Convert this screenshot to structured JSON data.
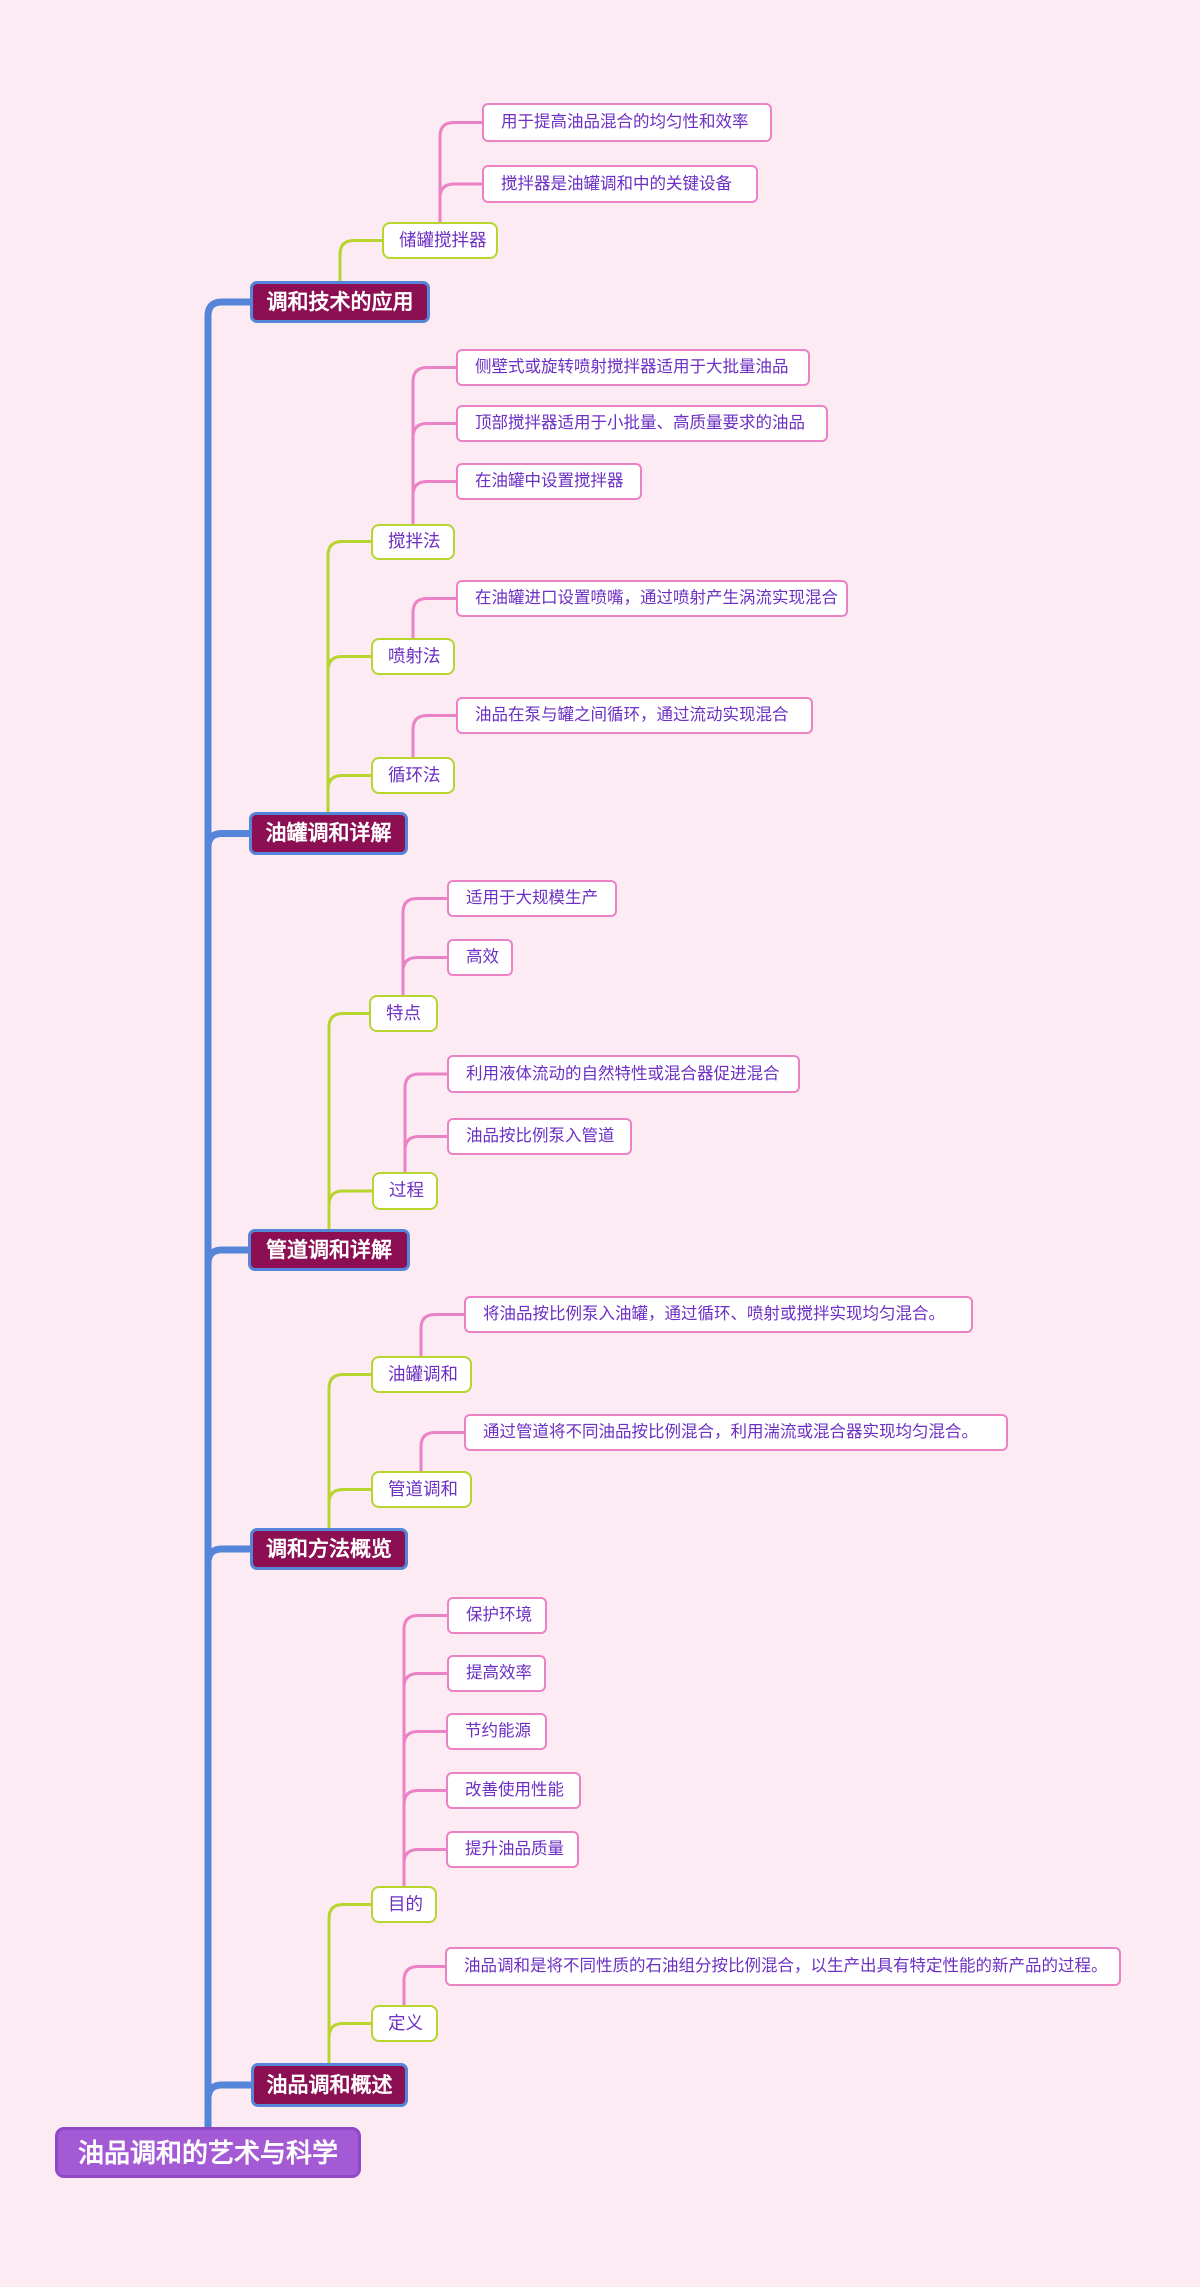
{
  "title": "油品调和的艺术与科学",
  "colors": {
    "background": "#fcebf3",
    "trunk_blue": "#5585d8",
    "branch_green": "#b7d42f",
    "branch_pink": "#ec82c6",
    "main_node_fill": "#8d0f53",
    "root_fill": "#a55ad5",
    "node_text_purple": "#6d2fc4"
  },
  "branches": [
    {
      "label": "调和技术的应用",
      "children": [
        {
          "label": "储罐搅拌器",
          "leaves": [
            "用于提高油品混合的均匀性和效率",
            "搅拌器是油罐调和中的关键设备"
          ]
        }
      ]
    },
    {
      "label": "油罐调和详解",
      "children": [
        {
          "label": "搅拌法",
          "leaves": [
            "侧壁式或旋转喷射搅拌器适用于大批量油品",
            "顶部搅拌器适用于小批量、高质量要求的油品",
            "在油罐中设置搅拌器"
          ]
        },
        {
          "label": "喷射法",
          "leaves": [
            "在油罐进口设置喷嘴，通过喷射产生涡流实现混合"
          ]
        },
        {
          "label": "循环法",
          "leaves": [
            "油品在泵与罐之间循环，通过流动实现混合"
          ]
        }
      ]
    },
    {
      "label": "管道调和详解",
      "children": [
        {
          "label": "特点",
          "leaves": [
            "适用于大规模生产",
            "高效"
          ]
        },
        {
          "label": "过程",
          "leaves": [
            "利用液体流动的自然特性或混合器促进混合",
            "油品按比例泵入管道"
          ]
        }
      ]
    },
    {
      "label": "调和方法概览",
      "children": [
        {
          "label": "油罐调和",
          "leaves": [
            "将油品按比例泵入油罐，通过循环、喷射或搅拌实现均匀混合。"
          ]
        },
        {
          "label": "管道调和",
          "leaves": [
            "通过管道将不同油品按比例混合，利用湍流或混合器实现均匀混合。"
          ]
        }
      ]
    },
    {
      "label": "油品调和概述",
      "children": [
        {
          "label": "目的",
          "leaves": [
            "保护环境",
            "提高效率",
            "节约能源",
            "改善使用性能",
            "提升油品质量"
          ]
        },
        {
          "label": "定义",
          "leaves": [
            "油品调和是将不同性质的石油组分按比例混合，以生产出具有特定性能的新产品的过程。"
          ]
        }
      ]
    }
  ]
}
